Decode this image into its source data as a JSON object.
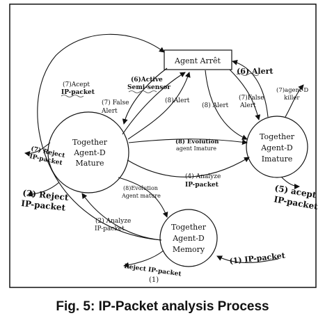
{
  "caption": "Fig. 5: IP-Packet analysis Process",
  "nodes": {
    "agent_arret": "Agent Arrêt",
    "mature": [
      "Together",
      "Agent-D",
      "Mature"
    ],
    "imature": [
      "Together",
      "Agent-D",
      "Imature"
    ],
    "memory": [
      "Together",
      "Agent-D",
      "Memory"
    ]
  },
  "labels": {
    "accept_left": [
      "(7)Acept",
      "IP-packet"
    ],
    "active_semi_sensor": [
      "(6)Active",
      "Semi-sensor"
    ],
    "false_alert_left": [
      "(7) False",
      "Alert"
    ],
    "alert_8_left": "(8)Alert",
    "alert_8_right": "(8) Alert",
    "alert_6": "(6) Alert",
    "false_alert_right": [
      "(7)False",
      "Alert"
    ],
    "agent_d_killer": [
      "(7)agent-D",
      "killer"
    ],
    "reject_7": [
      "(7) Reject",
      "IP-packet"
    ],
    "evolution_imature": [
      "(8) Evolution",
      "agent Imature"
    ],
    "analyze_4": [
      "(4) Analyze",
      "IP-packet"
    ],
    "reject_3": [
      "(3) Reject",
      "IP-packet"
    ],
    "accept_5": [
      "(5) acept",
      "IP-packet"
    ],
    "evolution_mature": [
      "(8)Evolution",
      "Agent mature"
    ],
    "analyze_2": [
      "(2) Analyze",
      "IP-packet"
    ],
    "ip_packet_1": "(1) IP-packet",
    "reject_ip_packet": "Reject IP-packet",
    "reject_num": "(1)"
  }
}
